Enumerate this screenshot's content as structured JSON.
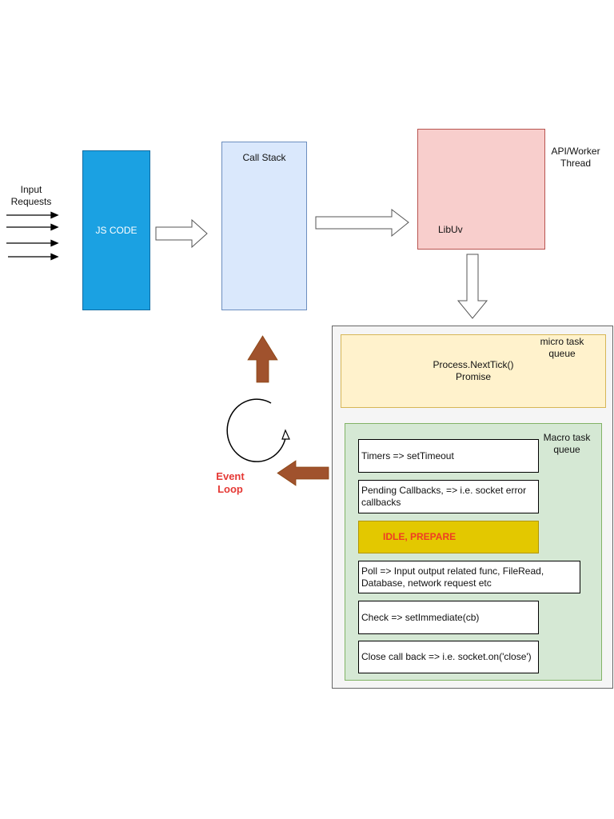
{
  "diagram": {
    "title": "Node.js Event Loop",
    "input": {
      "label": "Input Requests",
      "arrow_count": 4
    },
    "js_code": {
      "label": "JS CODE",
      "color": "#1ba1e2"
    },
    "call_stack": {
      "label": "Call Stack",
      "color": "#dae8fc"
    },
    "libuv": {
      "label": "LibUv",
      "side_label": "API/Worker Thread",
      "color": "#f8cecc"
    },
    "micro_task_queue": {
      "label": "micro task queue",
      "items": [
        "Process.NextTick()",
        "Promise"
      ],
      "color": "#fff2cc"
    },
    "macro_task_queue": {
      "label": "Macro task queue",
      "color": "#d5e8d4",
      "phases": [
        {
          "label": "Timers  => setTimeout"
        },
        {
          "label": "Pending Callbacks, => i.e. socket error callbacks"
        },
        {
          "label": "IDLE, PREPARE",
          "highlight_color": "#e3c800",
          "text_color": "#ef3c23"
        },
        {
          "label": "Poll => Input output related func, FileRead, Database, network request etc"
        },
        {
          "label": "Check => setImmediate(cb)"
        },
        {
          "label": "Close call back => i.e. socket.on('close')"
        }
      ]
    },
    "event_loop": {
      "label": "Event Loop",
      "label_color": "#e53935",
      "arrow_color": "#a0522d"
    }
  }
}
